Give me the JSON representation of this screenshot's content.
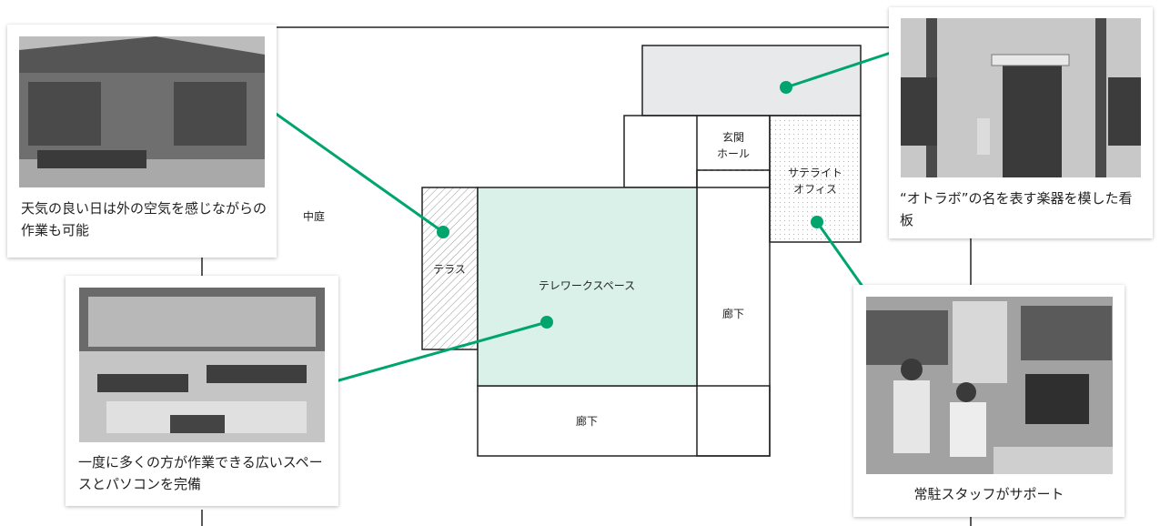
{
  "plan": {
    "courtyard_label": "中庭",
    "terrace_label": "テラス",
    "telework_label": "テレワークスペース",
    "entrance_label_line1": "玄関",
    "entrance_label_line2": "ホール",
    "satellite_label_line1": "サテライト",
    "satellite_label_line2": "オフィス",
    "corridor_right_label": "廊下",
    "corridor_bottom_label": "廊下"
  },
  "callouts": {
    "terrace_photo_caption": "天気の良い日は外の空気を感じながらの作業も可能",
    "signboard_photo_caption": "“オトラボ”の名を表す楽器を模した看板",
    "workspace_photo_caption": "一度に多くの方が作業できる広いスペースとパソコンを完備",
    "staff_photo_caption": "常駐スタッフがサポート"
  },
  "colors": {
    "accent_green": "#00a56e",
    "telework_fill": "#d9f1e9",
    "roof_fill": "#e8e9ea"
  }
}
